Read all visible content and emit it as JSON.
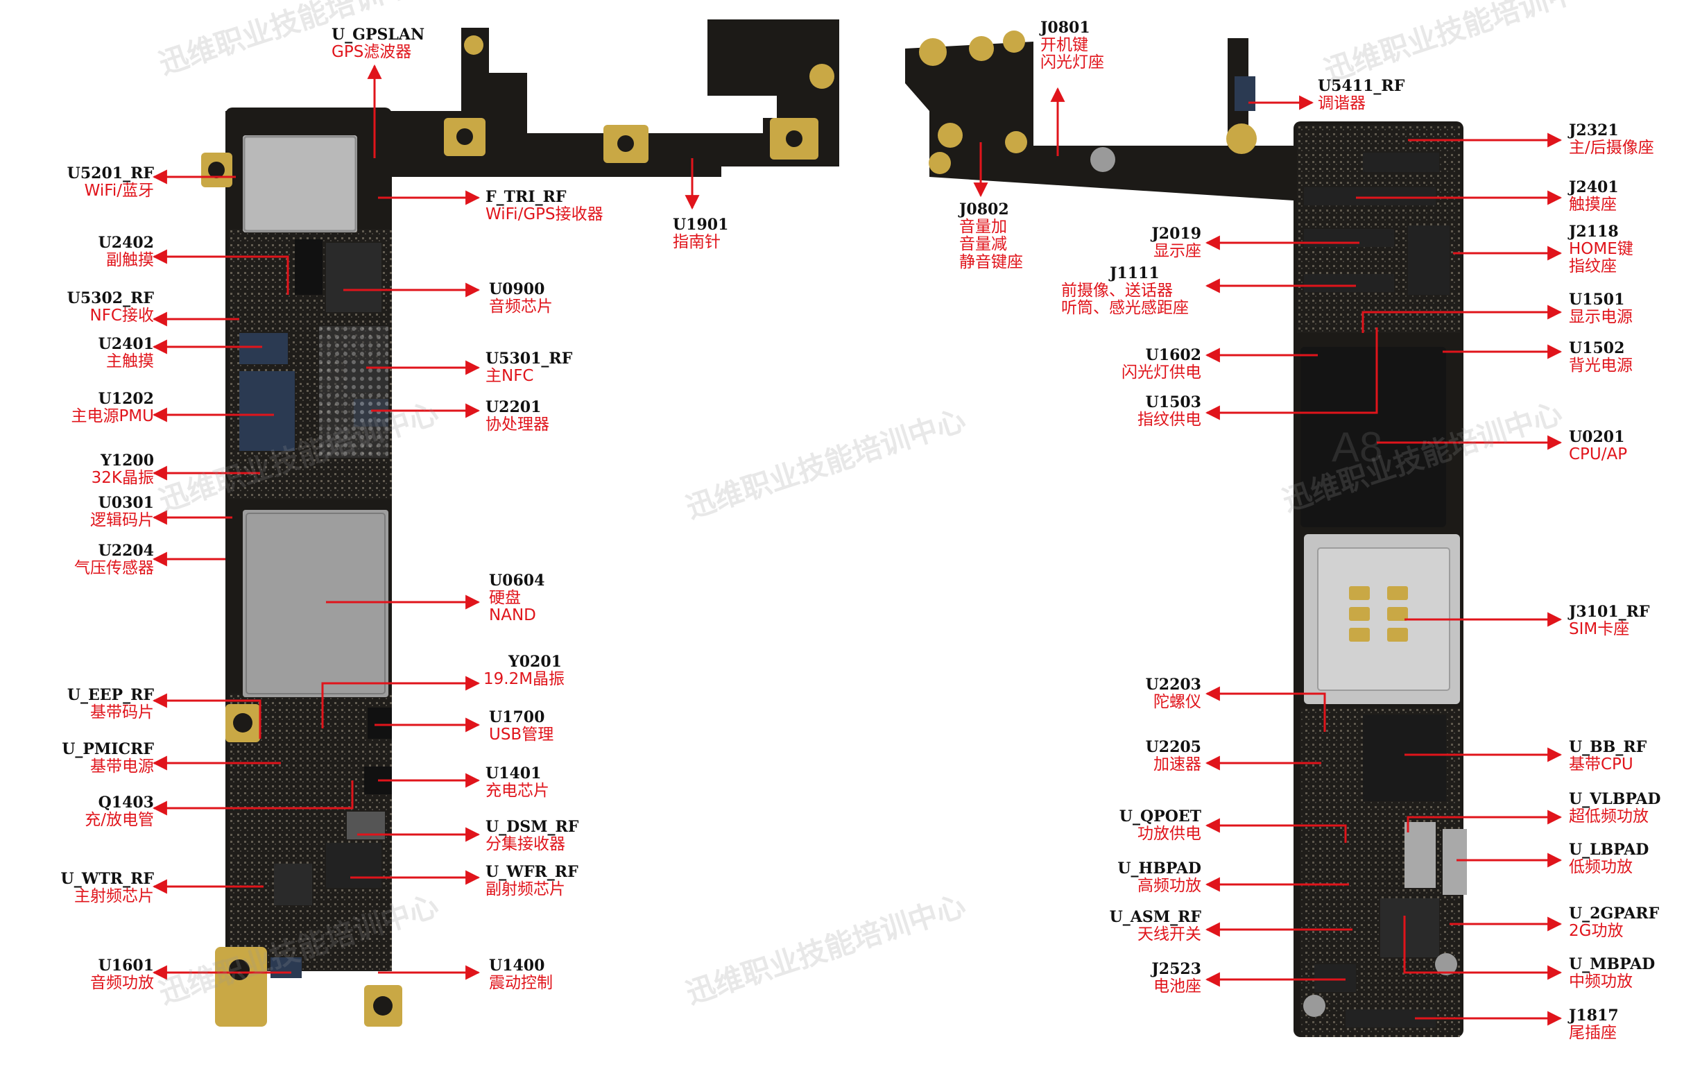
{
  "watermark": "迅维职业技能培训中心",
  "colors": {
    "arrow": "#e0141b",
    "label_code": "#111111",
    "label_desc": "#e0141b",
    "board": "#1c1a17",
    "gold": "#c9a845"
  },
  "left_board": {
    "labels": [
      {
        "code": "U_GPSLAN",
        "desc": [
          "GPS滤波器"
        ]
      },
      {
        "code": "U5201_RF",
        "desc": [
          "WiFi/蓝牙"
        ]
      },
      {
        "code": "F_TRI_RF",
        "desc": [
          "WiFi/GPS接收器"
        ]
      },
      {
        "code": "U1901",
        "desc": [
          "指南针"
        ]
      },
      {
        "code": "U2402",
        "desc": [
          "副触摸"
        ]
      },
      {
        "code": "U0900",
        "desc": [
          "音频芯片"
        ]
      },
      {
        "code": "U5302_RF",
        "desc": [
          "NFC接收"
        ]
      },
      {
        "code": "U2401",
        "desc": [
          "主触摸"
        ]
      },
      {
        "code": "U5301_RF",
        "desc": [
          "主NFC"
        ]
      },
      {
        "code": "U1202",
        "desc": [
          "主电源PMU"
        ]
      },
      {
        "code": "U2201",
        "desc": [
          "协处理器"
        ]
      },
      {
        "code": "Y1200",
        "desc": [
          "32K晶振"
        ]
      },
      {
        "code": "U0301",
        "desc": [
          "逻辑码片"
        ]
      },
      {
        "code": "U2204",
        "desc": [
          "气压传感器"
        ]
      },
      {
        "code": "U0604",
        "desc": [
          "硬盘",
          "NAND"
        ]
      },
      {
        "code": "Y0201",
        "desc": [
          "19.2M晶振"
        ]
      },
      {
        "code": "U_EEP_RF",
        "desc": [
          "基带码片"
        ]
      },
      {
        "code": "U1700",
        "desc": [
          "USB管理"
        ]
      },
      {
        "code": "U_PMICRF",
        "desc": [
          "基带电源"
        ]
      },
      {
        "code": "U1401",
        "desc": [
          "充电芯片"
        ]
      },
      {
        "code": "Q1403",
        "desc": [
          "充/放电管"
        ]
      },
      {
        "code": "U_DSM_RF",
        "desc": [
          "分集接收器"
        ]
      },
      {
        "code": "U_WTR_RF",
        "desc": [
          "主射频芯片"
        ]
      },
      {
        "code": "U_WFR_RF",
        "desc": [
          "副射频芯片"
        ]
      },
      {
        "code": "U1601",
        "desc": [
          "音频功放"
        ]
      },
      {
        "code": "U1400",
        "desc": [
          "震动控制"
        ]
      }
    ]
  },
  "right_board": {
    "labels": [
      {
        "code": "J0801",
        "desc": [
          "开机键",
          "闪光灯座"
        ]
      },
      {
        "code": "U5411_RF",
        "desc": [
          "调谐器"
        ]
      },
      {
        "code": "J2321",
        "desc": [
          "主/后摄像座"
        ]
      },
      {
        "code": "J0802",
        "desc": [
          "音量加",
          "音量减",
          "静音键座"
        ]
      },
      {
        "code": "J2401",
        "desc": [
          "触摸座"
        ]
      },
      {
        "code": "J2019",
        "desc": [
          "显示座"
        ]
      },
      {
        "code": "J2118",
        "desc": [
          "HOME键",
          "指纹座"
        ]
      },
      {
        "code": "J1111",
        "desc": [
          "前摄像、送话器",
          "听筒、感光感距座"
        ]
      },
      {
        "code": "U1501",
        "desc": [
          "显示电源"
        ]
      },
      {
        "code": "U1602",
        "desc": [
          "闪光灯供电"
        ]
      },
      {
        "code": "U1502",
        "desc": [
          "背光电源"
        ]
      },
      {
        "code": "U1503",
        "desc": [
          "指纹供电"
        ]
      },
      {
        "code": "U0201",
        "desc": [
          "CPU/AP"
        ]
      },
      {
        "code": "J3101_RF",
        "desc": [
          "SIM卡座"
        ]
      },
      {
        "code": "U2203",
        "desc": [
          "陀螺仪"
        ]
      },
      {
        "code": "U2205",
        "desc": [
          "加速器"
        ]
      },
      {
        "code": "U_BB_RF",
        "desc": [
          "基带CPU"
        ]
      },
      {
        "code": "U_QPOET",
        "desc": [
          "功放供电"
        ]
      },
      {
        "code": "U_VLBPAD",
        "desc": [
          "超低频功放"
        ]
      },
      {
        "code": "U_HBPAD",
        "desc": [
          "高频功放"
        ]
      },
      {
        "code": "U_LBPAD",
        "desc": [
          "低频功放"
        ]
      },
      {
        "code": "U_ASM_RF",
        "desc": [
          "天线开关"
        ]
      },
      {
        "code": "U_2GPARF",
        "desc": [
          "2G功放"
        ]
      },
      {
        "code": "J2523",
        "desc": [
          "电池座"
        ]
      },
      {
        "code": "U_MBPAD",
        "desc": [
          "中频功放"
        ]
      },
      {
        "code": "J1817",
        "desc": [
          "尾插座"
        ]
      }
    ]
  }
}
